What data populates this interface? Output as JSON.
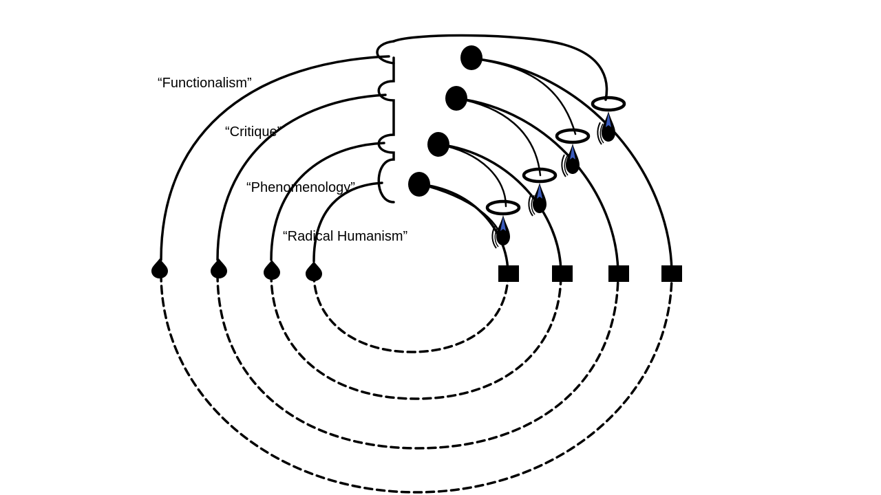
{
  "diagram": {
    "rings": [
      {
        "label": "“Functionalism”"
      },
      {
        "label": "“Critique”"
      },
      {
        "label": "“Phenomenology”"
      },
      {
        "label": "“Radical Humanism”"
      }
    ],
    "colors": {
      "stroke": "#000000",
      "background": "#ffffff",
      "drop_highlight": "#3a5bbd"
    },
    "line_styles": {
      "upper_arcs": "solid",
      "lower_arcs": "dashed"
    },
    "node_types": {
      "left_ends": "drop-marker",
      "right_ends": "square-marker",
      "top_nodes": "filled-circle",
      "receivers": "ring-with-drop"
    }
  }
}
